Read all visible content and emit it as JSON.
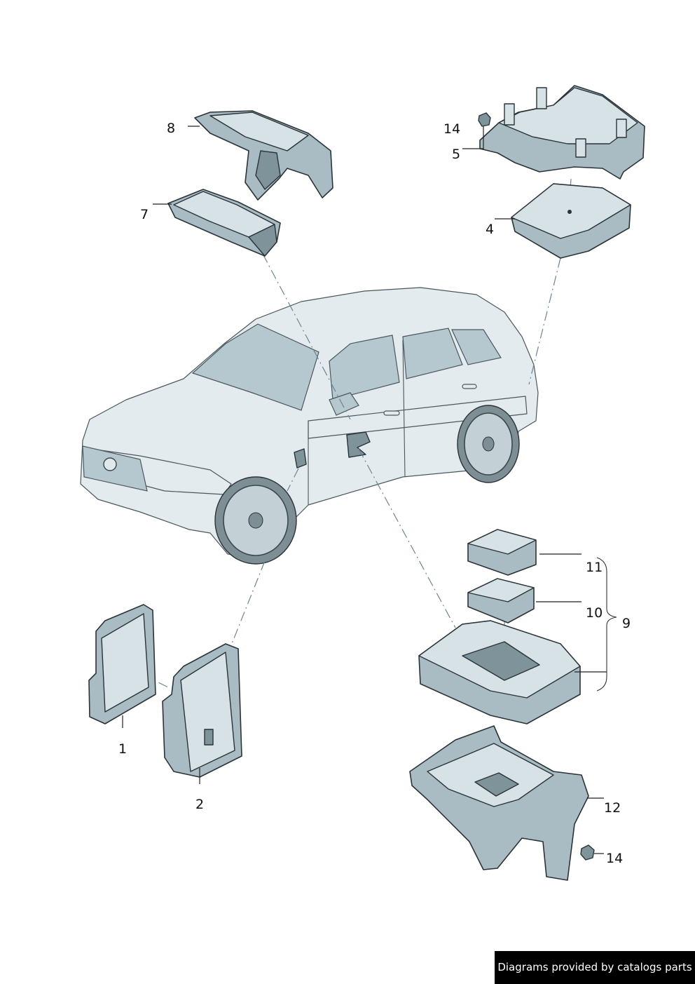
{
  "callouts": {
    "c1": "1",
    "c2": "2",
    "c4": "4",
    "c5": "5",
    "c7": "7",
    "c8": "8",
    "c9": "9",
    "c10": "10",
    "c11": "11",
    "c12": "12",
    "c14a": "14",
    "c14b": "14"
  },
  "credit": "Diagrams provided by catalogs parts",
  "colors": {
    "part_fill": "#a9bcc4",
    "part_top": "#d7e2e6",
    "car_body": "#e4ebee",
    "leader_dashdot": "#6e8590",
    "credit_background": "#000000"
  }
}
